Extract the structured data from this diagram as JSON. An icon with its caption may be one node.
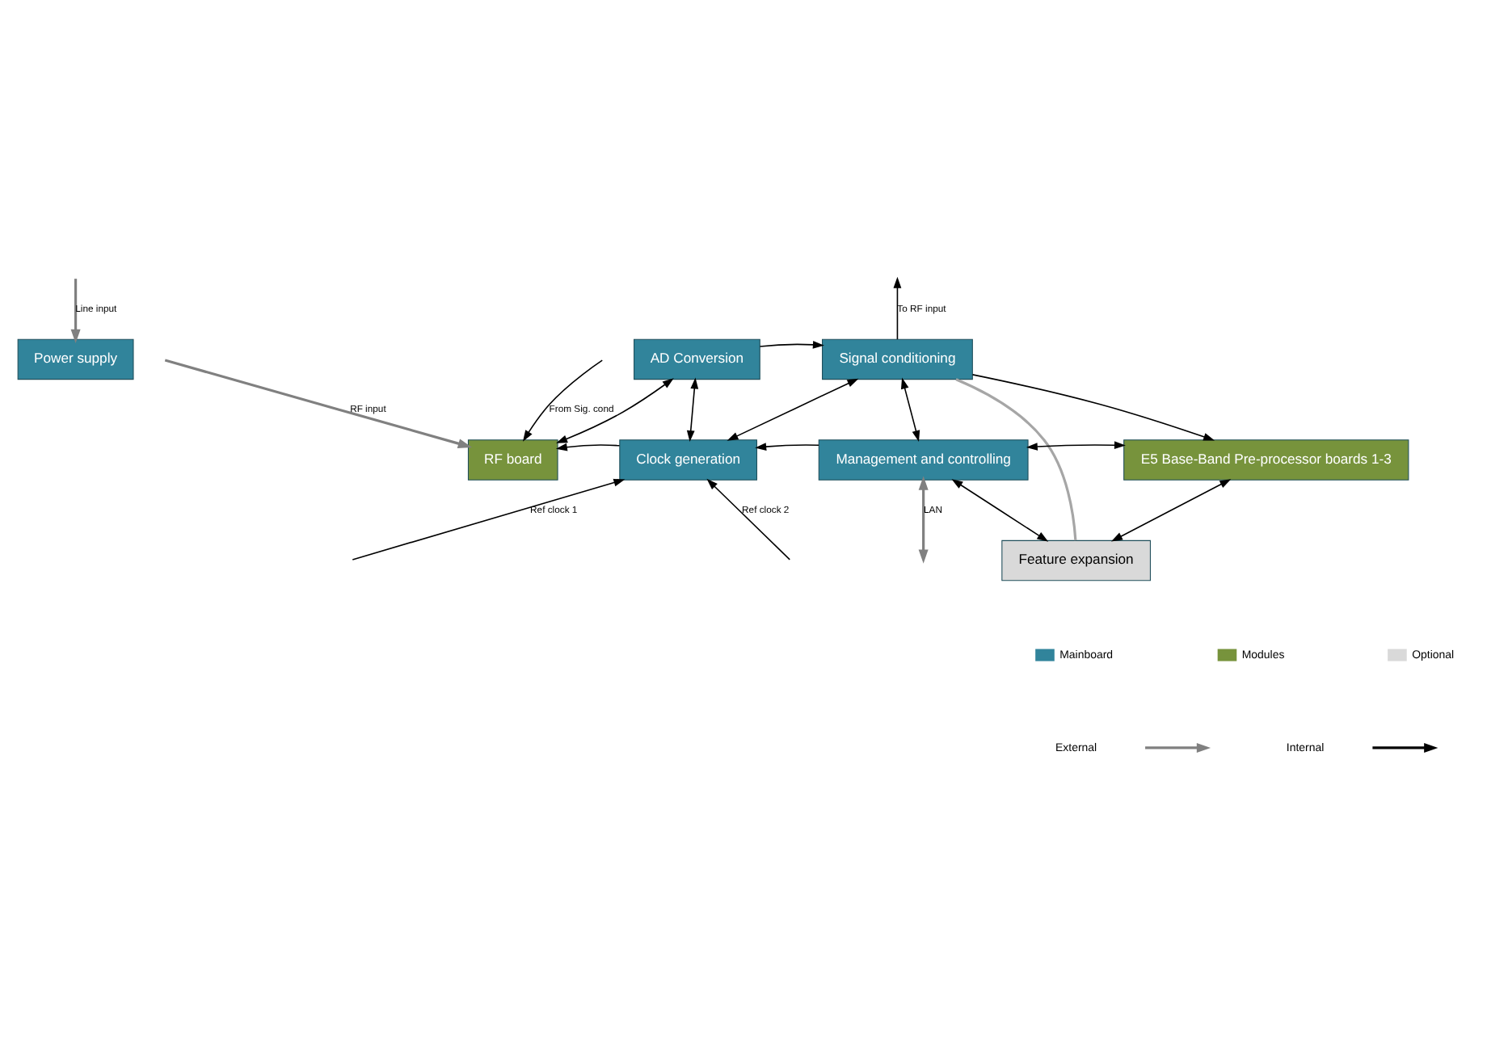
{
  "diagram": {
    "nodes": [
      {
        "text": [
          "Power supply"
        ]
      },
      {
        "text": [
          "AD Conversion"
        ]
      },
      {
        "text": [
          "Signal conditioning"
        ]
      },
      {
        "text": [
          "E5 Base-Band Pre-processor boards 1-3"
        ]
      },
      {
        "text": [
          "RF board"
        ]
      },
      {
        "text": [
          "Clock generation"
        ]
      },
      {
        "text": [
          "Management and controlling"
        ]
      },
      {
        "text": [
          "Feature expansion"
        ]
      }
    ],
    "edges": [
      {
        "from": null,
        "to": 0,
        "arrow": "to",
        "label": "Line input",
        "color": "#808080"
      },
      {
        "from": 1,
        "to": 2,
        "arrow": "to"
      },
      {
        "from": 2,
        "to": null,
        "arrow": "to",
        "label": "To RF input"
      },
      {
        "from": 2,
        "to": 3,
        "arrow": "to"
      },
      {
        "from": 7,
        "to": 2,
        "arrow": "none",
        "color": "#a6a6a6"
      },
      {
        "from": 4,
        "to": 1,
        "arrow": "both"
      },
      {
        "from": 5,
        "to": 1,
        "arrow": "both"
      },
      {
        "from": 2,
        "to": 5,
        "arrow": "both"
      },
      {
        "from": 2,
        "to": 6,
        "arrow": "both"
      },
      {
        "from": null,
        "to": 4,
        "arrow": "to",
        "label": "RF input",
        "color": "#808080"
      },
      {
        "from": null,
        "to": 4,
        "arrow": "to",
        "label": "From Sig. cond"
      },
      {
        "from": 5,
        "to": 4,
        "arrow": "to"
      },
      {
        "from": 6,
        "to": 5,
        "arrow": "to"
      },
      {
        "from": 6,
        "to": 3,
        "arrow": "both"
      },
      {
        "from": null,
        "to": 5,
        "arrow": "to",
        "label": "Ref clock 1"
      },
      {
        "from": null,
        "to": 5,
        "arrow": "to",
        "label": "Ref clock 2"
      },
      {
        "from": null,
        "to": 6,
        "arrow": "both",
        "label": "LAN",
        "color": "#808080"
      },
      {
        "from": 6,
        "to": 7,
        "arrow": "both"
      },
      {
        "from": 3,
        "to": 7,
        "arrow": "both"
      }
    ],
    "legend": [
      {
        "text": "Mainboard",
        "color": "#31849b"
      },
      {
        "text": "Modules",
        "color": "#77933c"
      },
      {
        "text": "Optional",
        "color": "#d9d9d9"
      },
      {
        "text": "External"
      },
      {
        "text": "Internal"
      }
    ]
  }
}
